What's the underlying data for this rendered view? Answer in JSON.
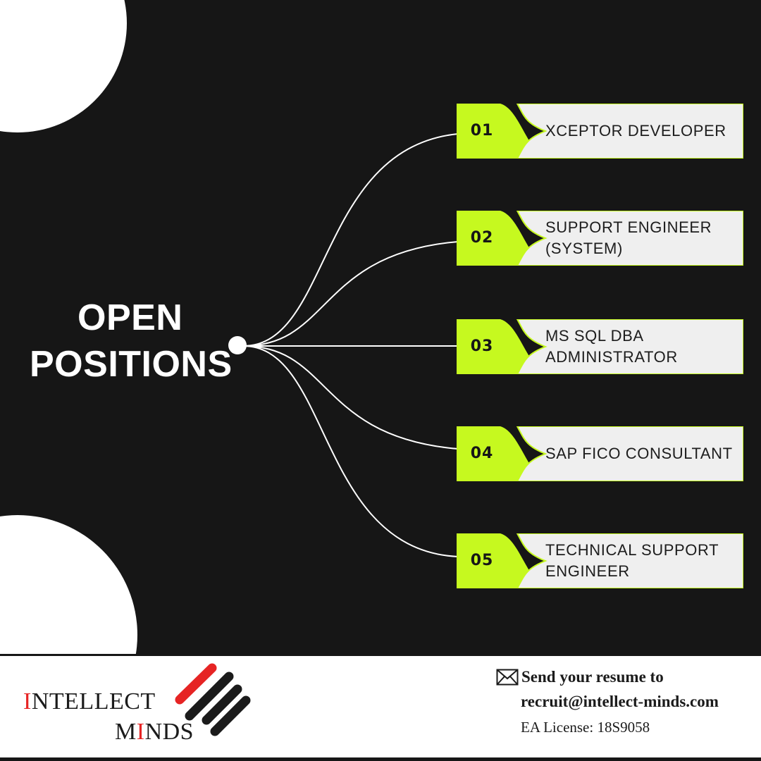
{
  "colors": {
    "background": "#161616",
    "accent": "#c6f91f",
    "card": "#efefef",
    "logo_red": "#e62424",
    "logo_dark": "#1b1b1b"
  },
  "heading": {
    "line1": "OPEN",
    "line2": "POSITIONS"
  },
  "positions": [
    {
      "number": "01",
      "title": "XCEPTOR DEVELOPER"
    },
    {
      "number": "02",
      "title": "SUPPORT ENGINEER (SYSTEM)"
    },
    {
      "number": "03",
      "title": "MS SQL DBA ADMINISTRATOR"
    },
    {
      "number": "04",
      "title": "SAP FICO CONSULTANT"
    },
    {
      "number": "05",
      "title": "TECHNICAL SUPPORT ENGINEER"
    }
  ],
  "footer": {
    "logo": {
      "line1_first": "I",
      "line1_rest": "NTELLECT",
      "line2_pre": "M",
      "line2_red": "I",
      "line2_post": "NDS"
    },
    "contact": {
      "icon": "envelope-icon",
      "line1": "Send your resume to",
      "email": "recruit@intellect-minds.com",
      "license": "EA License: 18S9058"
    }
  }
}
